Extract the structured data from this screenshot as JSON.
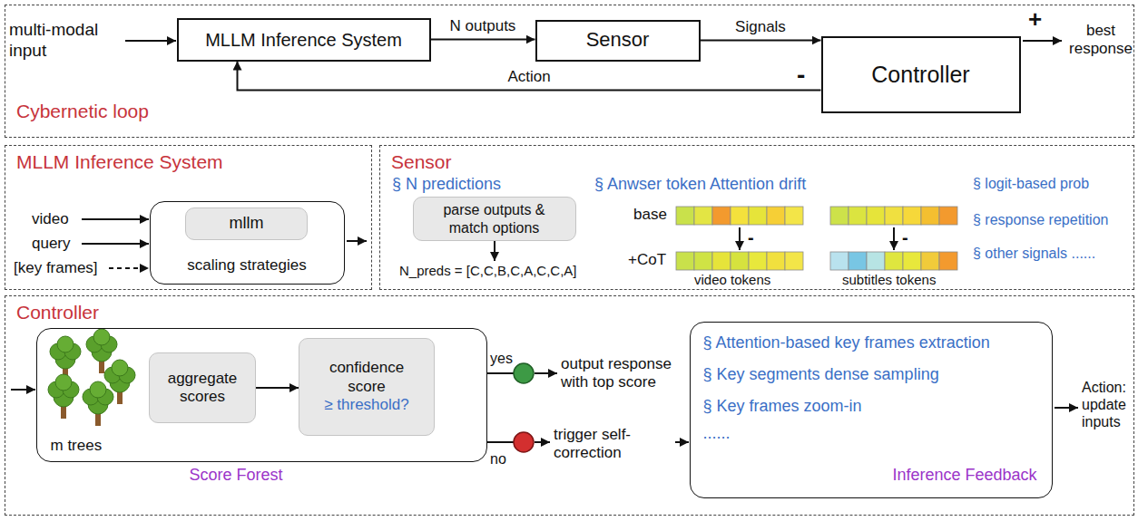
{
  "diagram": {
    "nodes": [
      {
        "text": [
          "Cybernetic loop"
        ]
      },
      {
        "text": [
          "MLLM Inference System"
        ],
        "in": 0
      },
      {
        "text": [
          "Sensor"
        ],
        "in": 0
      },
      {
        "text": [
          "Controller"
        ],
        "in": 0
      },
      {
        "text": [
          "MLLM Inference System"
        ]
      },
      {
        "text": [
          "scaling strategies"
        ],
        "in": 4
      },
      {
        "text": [
          "mllm"
        ],
        "in": 5
      },
      {
        "text": [
          "Sensor"
        ]
      },
      {
        "text": [
          "parse outputs & match options"
        ],
        "in": 7
      },
      {
        "text": [
          "Controller"
        ]
      },
      {
        "text": [
          "m trees",
          "Score Forest"
        ],
        "in": 9
      },
      {
        "text": [
          "aggregate scores"
        ],
        "in": 10
      },
      {
        "text": [
          "confidence score",
          "≥ threshold?"
        ],
        "in": 10
      },
      {
        "text": [
          "§ Attention-based key frames extraction",
          "§ Key segments dense sampling",
          "§ Key frames zoom-in",
          "......",
          "Inference Feedback"
        ],
        "in": 9
      }
    ],
    "edges": [
      {
        "from": 1,
        "to": 2,
        "label": "N outputs",
        "arrow": "to"
      },
      {
        "from": 2,
        "to": 3,
        "label": "Signals",
        "arrow": "to"
      },
      {
        "from": 3,
        "to": 1,
        "label": "Action",
        "arrow": "to"
      },
      {
        "from": 11,
        "to": 12,
        "arrow": "to"
      }
    ],
    "labels": [
      "multi-modal input",
      "+",
      "best response",
      "-",
      "video",
      "query",
      "[key frames]",
      "§ N predictions",
      "N_preds = [C,C,B,C,A,C,C,A]",
      "§ Anwser token Attention drift",
      "base",
      "+CoT",
      "-",
      "-",
      "video tokens",
      "subtitles tokens",
      "§ logit-based prob",
      "§ response repetition",
      "§ other signals ......",
      "yes",
      "no",
      "output response with top score",
      "trigger self-correction",
      "Action: update inputs"
    ]
  }
}
